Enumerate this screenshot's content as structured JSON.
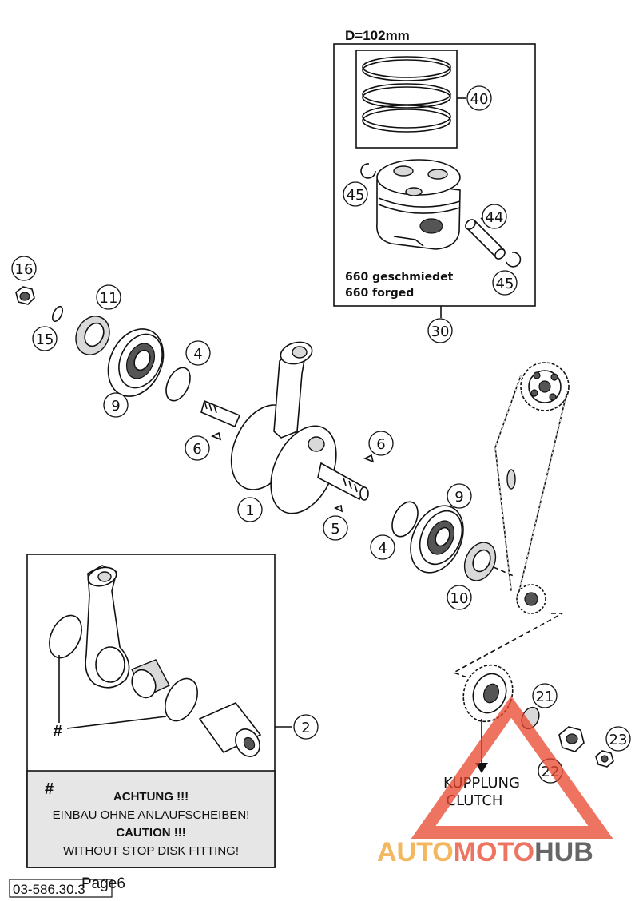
{
  "piston_kit": {
    "diameter_label": "D=102mm",
    "forged_line1": "660 geschmiedet",
    "forged_line2": "660 forged"
  },
  "callouts": {
    "c1": "1",
    "c2": "2",
    "c4a": "4",
    "c4b": "4",
    "c5": "5",
    "c6a": "6",
    "c6b": "6",
    "c9a": "9",
    "c9b": "9",
    "c10": "10",
    "c11": "11",
    "c15": "15",
    "c16": "16",
    "c21": "21",
    "c22": "22",
    "c23": "23",
    "c30": "30",
    "c40": "40",
    "c44": "44",
    "c45a": "45",
    "c45b": "45"
  },
  "inset": {
    "hash_label": "#",
    "note_hash": "#",
    "note_line1": "ACHTUNG !!!",
    "note_line2": "EINBAU OHNE ANLAUFSCHEIBEN!",
    "note_line3": "CAUTION !!!",
    "note_line4": "WITHOUT STOP DISK FITTING!"
  },
  "clutch": {
    "label1": "KUPPLUNG",
    "label2": "CLUTCH"
  },
  "footer": {
    "part_number": "03-586.30.3",
    "page_label": "Page6"
  },
  "watermark": {
    "text_a": "AUTO",
    "text_b": "MOTO",
    "text_c": "HUB",
    "color_orange": "#f0a02a",
    "color_red": "#e8462c",
    "color_dark": "#333333"
  }
}
